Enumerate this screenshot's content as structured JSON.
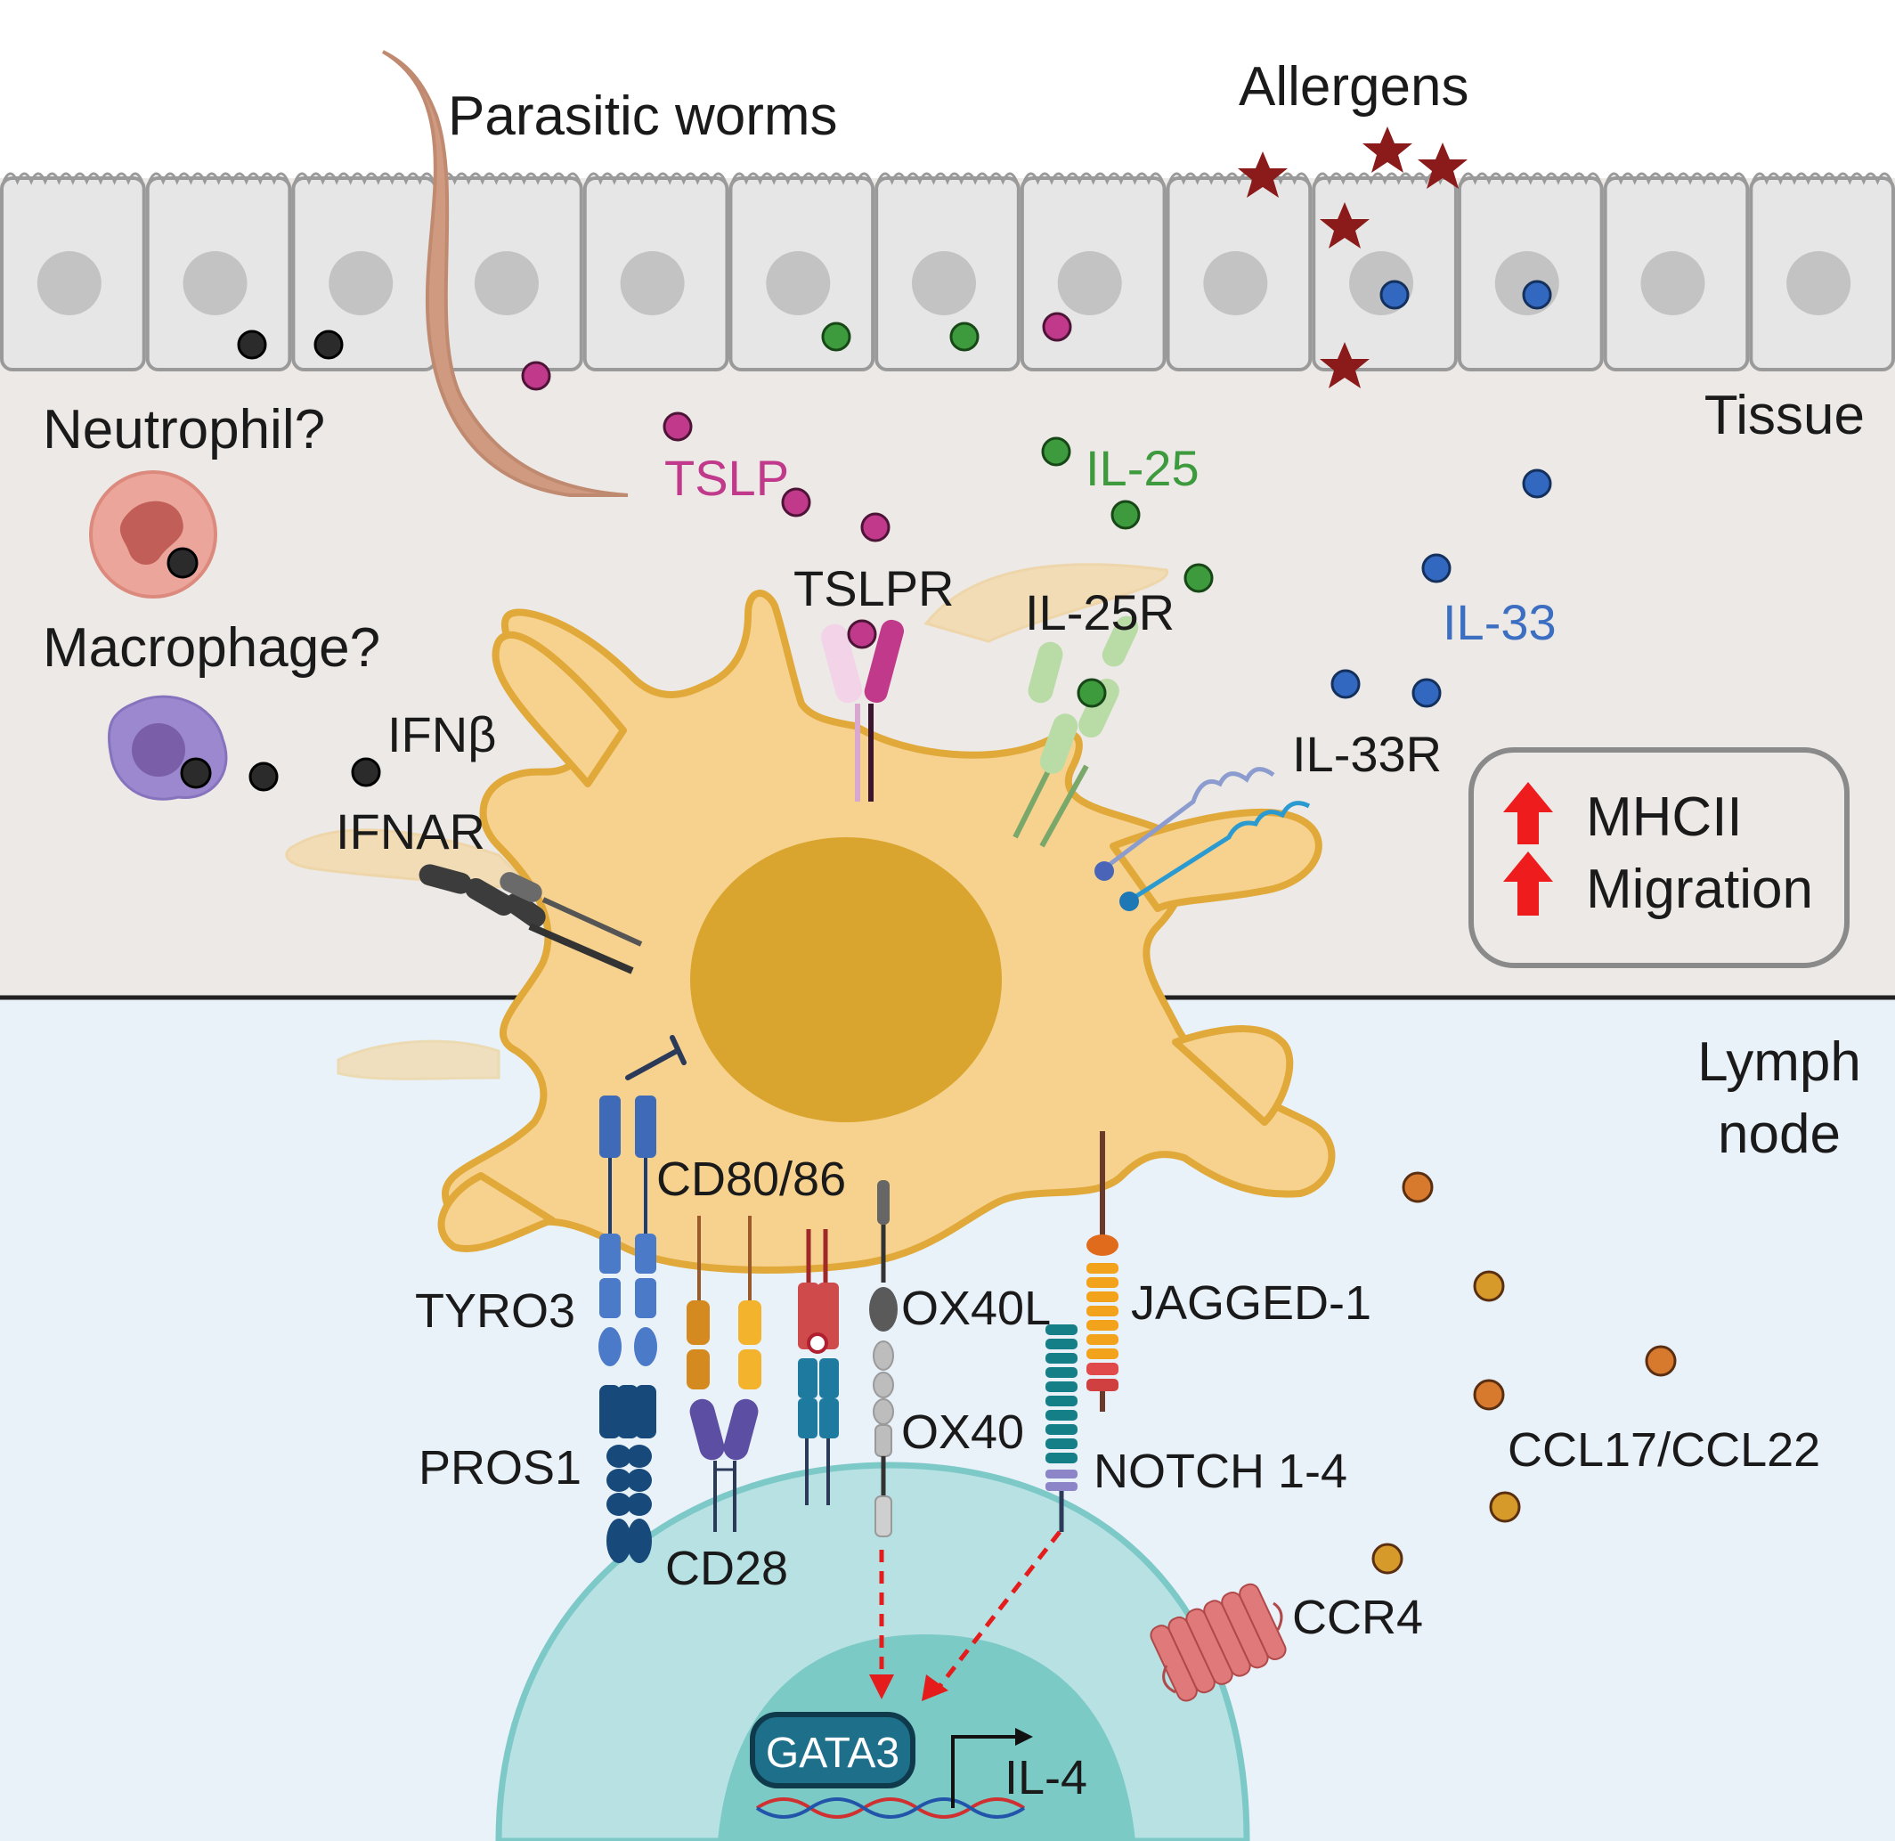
{
  "labels": {
    "parasitic_worms": "Parasitic worms",
    "allergens": "Allergens",
    "tissue": "Tissue",
    "lymph_node_line1": "Lymph",
    "lymph_node_line2": "node",
    "neutrophil": "Neutrophil?",
    "macrophage": "Macrophage?",
    "ifnb": "IFNβ",
    "ifnar": "IFNAR",
    "tslp": "TSLP",
    "tslpr": "TSLPR",
    "il25": "IL-25",
    "il25r": "IL-25R",
    "il33": "IL-33",
    "il33r": "IL-33R",
    "mhcii": "MHCII",
    "migration": "Migration",
    "cd80_86": "CD80/86",
    "tyro3": "TYRO3",
    "pros1": "PROS1",
    "cd28": "CD28",
    "ox40l": "OX40L",
    "ox40": "OX40",
    "jagged1": "JAGGED-1",
    "notch": "NOTCH 1-4",
    "ccl17_ccl22": "CCL17/CCL22",
    "ccr4": "CCR4",
    "gata3": "GATA3",
    "il4": "IL-4"
  },
  "colors": {
    "tissue_bg": "#ece9e6",
    "lymph_bg": "#e9f1f9",
    "epithelium": "#e6e6e6",
    "dendritic_cell": "#f6d28e",
    "dc_outline": "#e0a93a",
    "dc_nucleus": "#d9a52e",
    "t_cell": "#b7e1e3",
    "t_cell_nucleus": "#7ccac6",
    "tslp": "#c0398a",
    "il25": "#3d9a3d",
    "il33": "#3268c0",
    "ifnb": "#222222",
    "ccl": "#d77a2e",
    "allergen": "#8b1a1a",
    "up_arrow": "#ee1c1c",
    "tslp_label": "#c0398a",
    "il25_label": "#3d9a3d",
    "il33_label": "#3c6fc2"
  },
  "icons": {
    "allergen": "star-icon",
    "upregulation": "up-arrow-icon"
  }
}
